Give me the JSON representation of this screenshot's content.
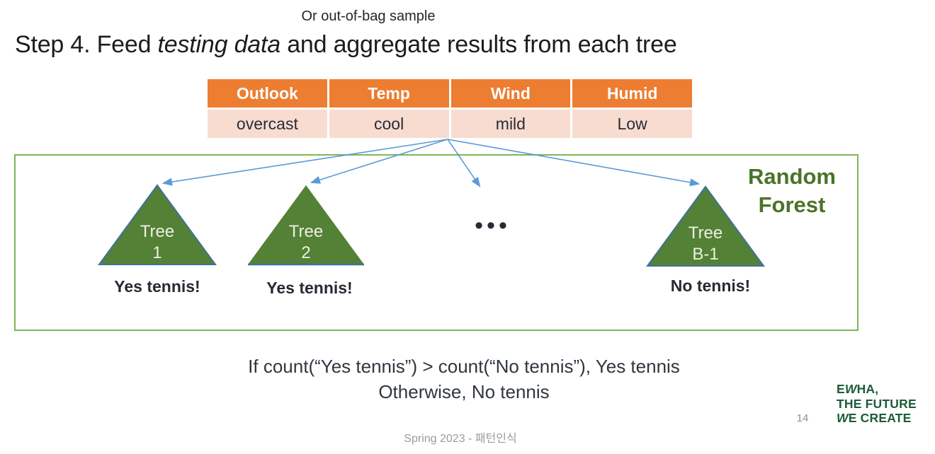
{
  "slide": {
    "annotation": "Or out-of-bag sample",
    "title": {
      "prefix": "Step 4. Feed ",
      "emphasis": "testing data",
      "suffix": " and aggregate results from each tree"
    },
    "table": {
      "headers": [
        "Outlook",
        "Temp",
        "Wind",
        "Humid"
      ],
      "values": [
        "overcast",
        "cool",
        "mild",
        "Low"
      ]
    },
    "forest": {
      "label_line1": "Random",
      "label_line2": "Forest",
      "ellipsis": "•••",
      "trees": [
        {
          "name_line1": "Tree",
          "name_line2": "1",
          "result": "Yes tennis!"
        },
        {
          "name_line1": "Tree",
          "name_line2": "2",
          "result": "Yes tennis!"
        },
        {
          "name_line1": "Tree",
          "name_line2": "B-1",
          "result": "No tennis!"
        }
      ]
    },
    "rule": {
      "line1": "If count(“Yes tennis”) > count(“No tennis”), Yes tennis",
      "line2": "Otherwise, No tennis"
    },
    "footer": {
      "course": "Spring 2023 - 패턴인식",
      "page_number": "14"
    },
    "logo": {
      "line1_pre": "E",
      "line1_w": "W",
      "line1_post": "HA,",
      "line2": "THE FUTURE",
      "line3_w": "W",
      "line3_post": "E CREATE"
    }
  },
  "colors": {
    "table_header_orange": "#ED7D31",
    "table_row_peach": "#F8DCD0",
    "tree_fill_green": "#538135",
    "tree_outline_blue": "#41719C",
    "arrow_blue": "#5B9BD5",
    "box_border_green": "#7EB755",
    "forest_text_green": "#4A7328",
    "logo_green": "#1D5C38"
  }
}
